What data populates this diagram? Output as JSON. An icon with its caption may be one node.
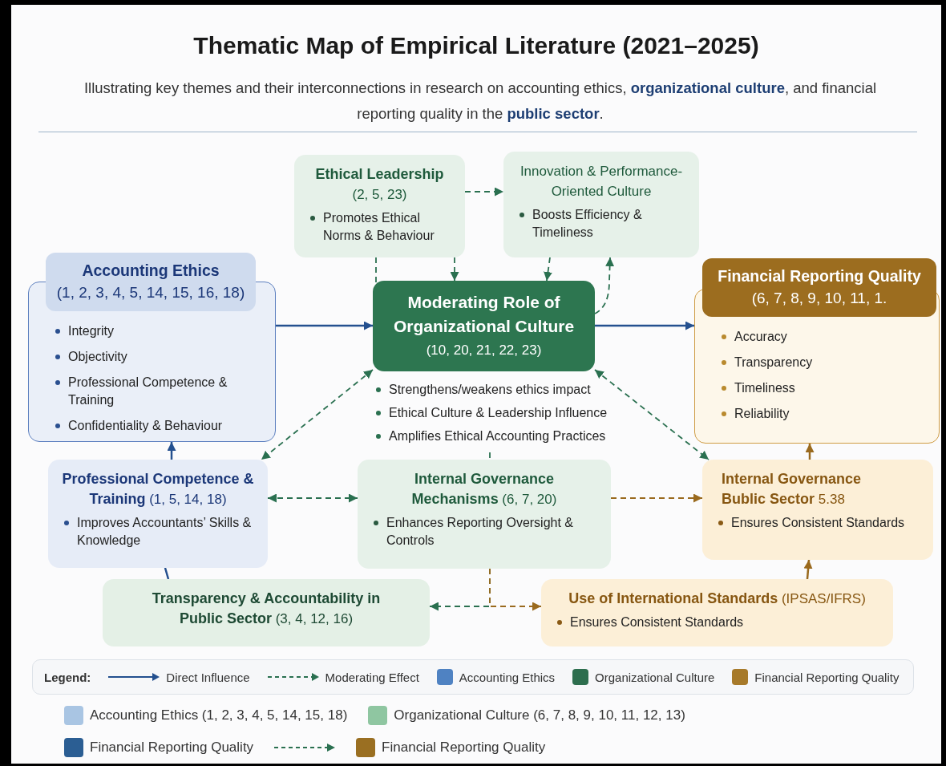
{
  "diagram": {
    "title": "Thematic Map of Empirical Literature (2021–2025)",
    "caption": "Illustrating key themes and their interconnections in research on accounting ethics, **organizational culture**, and financial reporting quality in the **public sector**.",
    "nodes": [
      {
        "text": [
          "**Ethical Leadership** (2, 5, 23)",
          "Promotes Ethical Norms & Behaviour"
        ]
      },
      {
        "text": [
          "Innovation & Performance-Oriented Culture",
          "Boosts Efficiency & Timeliness"
        ]
      },
      {
        "text": [
          "**Accounting Ethics** (1, 2, 3, 4, 5, 14, 15, 16, 18)",
          "Integrity",
          "Objectivity",
          "Professional Competence & Training",
          "Confidentiality & Behaviour"
        ]
      },
      {
        "text": [
          "**Moderating Role of Organizational Culture** (10, 20, 21, 22, 23)"
        ],
        "beside": [
          "Strengthens/weakens ethics impact",
          "Ethical Culture & Leadership Influence",
          "Amplifies Ethical Accounting Practices"
        ]
      },
      {
        "text": [
          "**Financial Reporting Quality** (6, 7, 8, 9, 10, 11, 1.",
          "Accuracy",
          "Transparency",
          "Timeliness",
          "Reliability"
        ]
      },
      {
        "text": [
          "**Professional Competence & Training** (1, 5, 14, 18)",
          "Improves Accountants’ Skills & Knowledge"
        ]
      },
      {
        "text": [
          "**Internal Governance Mechanisms** (6, 7, 20)",
          "Enhances Reporting Oversight & Controls"
        ]
      },
      {
        "text": [
          "**Internal Governance Bublic Sector** 5.38",
          "Ensures Consistent Standards"
        ]
      },
      {
        "text": [
          "**Transparency & Accountability in Public Sector** (3, 4, 12, 16)"
        ]
      },
      {
        "text": [
          "**Use of International Standards** (IPSAS/IFRS)",
          "Ensures Consistent Standards"
        ]
      }
    ],
    "edges": [
      {
        "from": 0,
        "to": 1,
        "arrow": "to",
        "style": "dashed"
      },
      {
        "from": 0,
        "to": 3,
        "arrow": "to",
        "style": "dashed"
      },
      {
        "from": 0,
        "to": 3,
        "arrow": "none",
        "style": "dashed"
      },
      {
        "from": 1,
        "to": 3,
        "arrow": "to",
        "style": "dashed"
      },
      {
        "from": 3,
        "to": 1,
        "arrow": "to",
        "style": "dashed"
      },
      {
        "from": 2,
        "to": 3,
        "arrow": "to",
        "color": "#24508f"
      },
      {
        "from": 3,
        "to": 4,
        "arrow": "to",
        "color": "#24508f"
      },
      {
        "from": 3,
        "to": 5,
        "arrow": "both",
        "style": "dashed"
      },
      {
        "from": 3,
        "to": 7,
        "arrow": "both",
        "style": "dashed"
      },
      {
        "from": null,
        "to": 6,
        "arrow": "none",
        "style": "dashed"
      },
      {
        "from": 5,
        "to": 6,
        "arrow": "both",
        "style": "dashed"
      },
      {
        "from": 6,
        "to": 7,
        "arrow": "to",
        "style": "dashed",
        "color": "#9a6a1e"
      },
      {
        "from": 6,
        "to": 8,
        "arrow": "to",
        "style": "dashed"
      },
      {
        "from": 6,
        "to": 9,
        "arrow": "to",
        "style": "dashed",
        "color": "#9a6a1e"
      },
      {
        "from": 5,
        "to": 2,
        "arrow": "to",
        "color": "#24508f"
      },
      {
        "from": 5,
        "to": 8,
        "arrow": "none",
        "color": "#24508f"
      },
      {
        "from": 9,
        "to": 7,
        "arrow": "to",
        "color": "#9a6a1e"
      },
      {
        "from": 7,
        "to": 4,
        "arrow": "to",
        "color": "#9a6a1e"
      }
    ],
    "labels": [
      "Legend:"
    ],
    "legend": [
      {
        "text": "Direct Influence"
      },
      {
        "text": "Moderating Effect"
      },
      {
        "text": "Accounting Ethics",
        "color": "#4f82c2"
      },
      {
        "text": "Organizational Culture",
        "color": "#2d6e4e"
      },
      {
        "text": "Financial Reporting Quality",
        "color": "#a77a2a"
      },
      {
        "text": "Accounting Ethics (1, 2, 3, 4, 5, 14, 15, 18)",
        "color": "#a9c5e3"
      },
      {
        "text": "Organizational Culture (6, 7, 8, 9, 10, 11, 12, 13)",
        "color": "#8fc6a1"
      },
      {
        "text": "Financial Reporting Quality",
        "color": "#2b5e93"
      },
      {
        "text": "Financial Reporting Quality",
        "color": "#9a6f22"
      }
    ]
  }
}
